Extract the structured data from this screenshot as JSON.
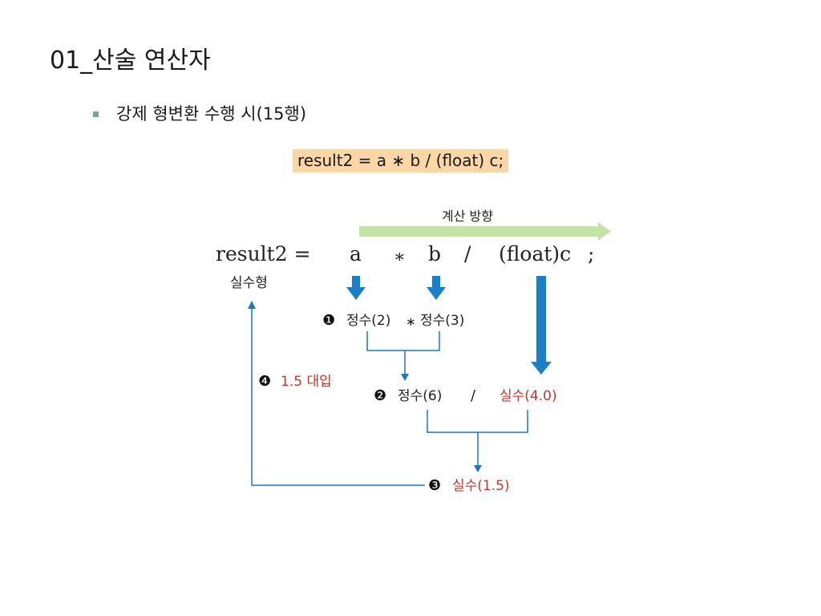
{
  "slide": {
    "title": "01_산술 연산자",
    "bullet": "강제 형변환 수행 시(15행)",
    "code": "result2 = a ∗ b / (float) c;"
  },
  "diagram": {
    "direction_label": "계산 방향",
    "expression": {
      "lhs": "result2 =",
      "a": "a",
      "mul": "∗",
      "b": "b",
      "div": "/",
      "c": "(float)c",
      "semicolon": ";"
    },
    "lhs_type": "실수형",
    "steps": {
      "step1_num": "❶",
      "step1_left": "정수(2)",
      "step1_op": "∗",
      "step1_right": "정수(3)",
      "step2_num": "❷",
      "step2_left": "정수(6)",
      "step2_op": "/",
      "step2_right": "실수(4.0)",
      "step3_num": "❸",
      "step3_text": "실수(1.5)",
      "step4_num": "❹",
      "step4_text": "1.5 대입"
    },
    "colors": {
      "blue_arrow": "#1a7fc6",
      "line": "#1f78b4",
      "green_arrow": "#c6e3a7",
      "red_text": "#c0392b"
    }
  }
}
